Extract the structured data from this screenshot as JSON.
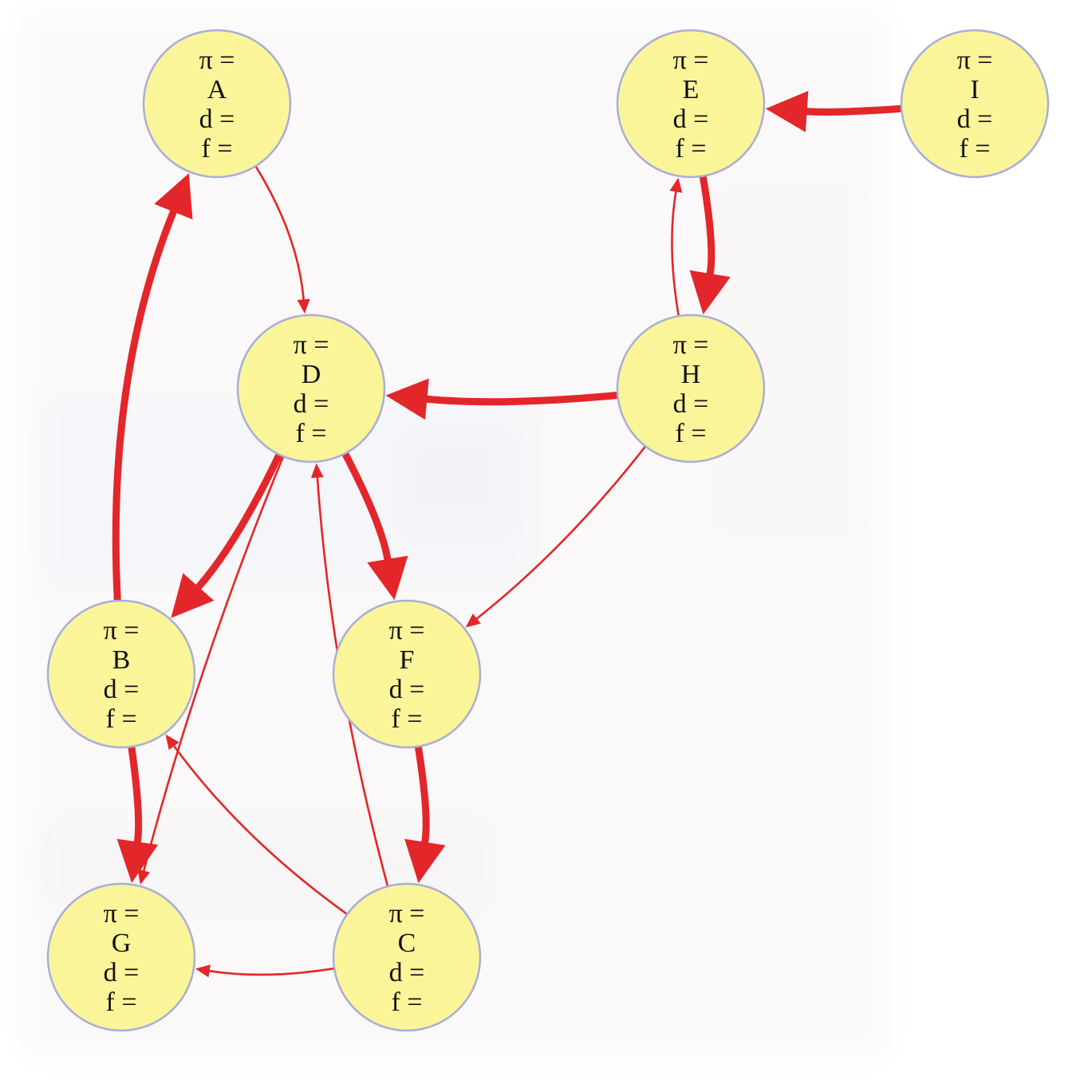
{
  "style": {
    "node_fill": "#fbf59a",
    "node_stroke": "#a9aed6",
    "edge_color": "#e3262a"
  },
  "graph": {
    "nodes": [
      {
        "id": "A",
        "lines": [
          "π =",
          "A",
          "d =",
          "f ="
        ]
      },
      {
        "id": "B",
        "lines": [
          "π =",
          "B",
          "d =",
          "f ="
        ]
      },
      {
        "id": "C",
        "lines": [
          "π =",
          "C",
          "d =",
          "f ="
        ]
      },
      {
        "id": "D",
        "lines": [
          "π =",
          "D",
          "d =",
          "f ="
        ]
      },
      {
        "id": "E",
        "lines": [
          "π =",
          "E",
          "d =",
          "f ="
        ]
      },
      {
        "id": "F",
        "lines": [
          "π =",
          "F",
          "d =",
          "f ="
        ]
      },
      {
        "id": "G",
        "lines": [
          "π =",
          "G",
          "d =",
          "f ="
        ]
      },
      {
        "id": "H",
        "lines": [
          "π =",
          "H",
          "d =",
          "f ="
        ]
      },
      {
        "id": "I",
        "lines": [
          "π =",
          "I",
          "d =",
          "f ="
        ]
      }
    ],
    "edges": [
      {
        "from": "A",
        "to": "D",
        "weight": "thin"
      },
      {
        "from": "B",
        "to": "A",
        "weight": "thick"
      },
      {
        "from": "B",
        "to": "G",
        "weight": "thick"
      },
      {
        "from": "C",
        "to": "B",
        "weight": "thin"
      },
      {
        "from": "C",
        "to": "D",
        "weight": "thin"
      },
      {
        "from": "C",
        "to": "G",
        "weight": "thin"
      },
      {
        "from": "D",
        "to": "B",
        "weight": "thick"
      },
      {
        "from": "D",
        "to": "F",
        "weight": "thick"
      },
      {
        "from": "D",
        "to": "G",
        "weight": "thin"
      },
      {
        "from": "E",
        "to": "H",
        "weight": "thick"
      },
      {
        "from": "H",
        "to": "E",
        "weight": "thin"
      },
      {
        "from": "H",
        "to": "D",
        "weight": "thick"
      },
      {
        "from": "H",
        "to": "F",
        "weight": "thin"
      },
      {
        "from": "F",
        "to": "C",
        "weight": "thick"
      },
      {
        "from": "I",
        "to": "E",
        "weight": "thick"
      }
    ]
  }
}
